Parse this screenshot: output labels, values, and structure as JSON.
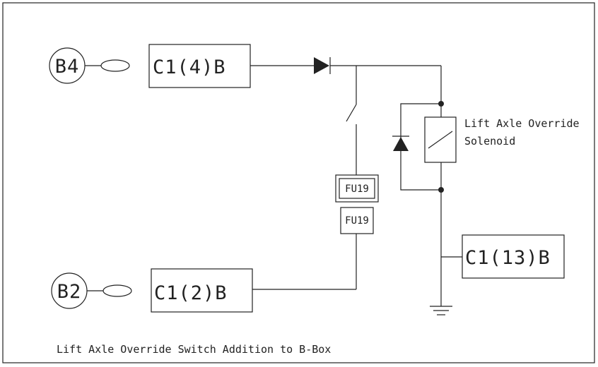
{
  "diagram": {
    "caption": "Lift Axle Override Switch Addition to B-Box",
    "pins": [
      {
        "id": "b4",
        "label": "B4"
      },
      {
        "id": "b2",
        "label": "B2"
      }
    ],
    "connectors": [
      {
        "id": "c1-4-b",
        "label": "C1(4)B"
      },
      {
        "id": "c1-2-b",
        "label": "C1(2)B"
      },
      {
        "id": "c1-13-b",
        "label": "C1(13)B"
      }
    ],
    "fuse_labels": [
      "FU19",
      "FU19"
    ],
    "solenoid_label": [
      "Lift Axle Override",
      "Solenoid"
    ]
  }
}
